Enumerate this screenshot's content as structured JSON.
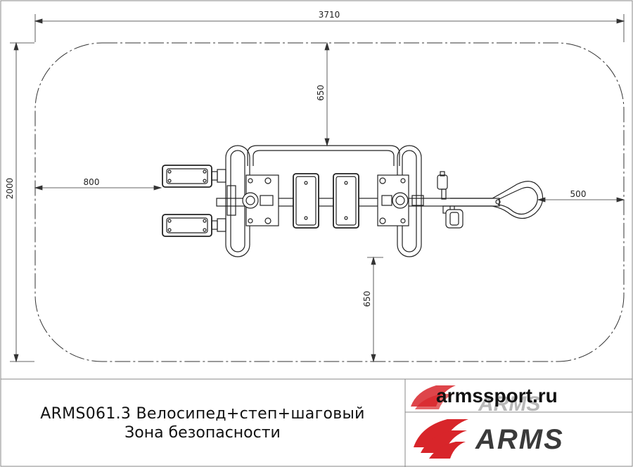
{
  "dimensions": {
    "total_width": "3710",
    "total_height": "2000",
    "left_offset": "800",
    "right_offset": "500",
    "top_offset": "650",
    "bottom_offset": "650"
  },
  "title": {
    "line1": "ARMS061.3 Велосипед+степ+шаговый",
    "line2": "Зона безопасности"
  },
  "branding": {
    "site": "armssport.ru",
    "logo_text": "ARMS",
    "logo_icon": "arms-stripes-logo",
    "accent_color": "#d8252a"
  }
}
